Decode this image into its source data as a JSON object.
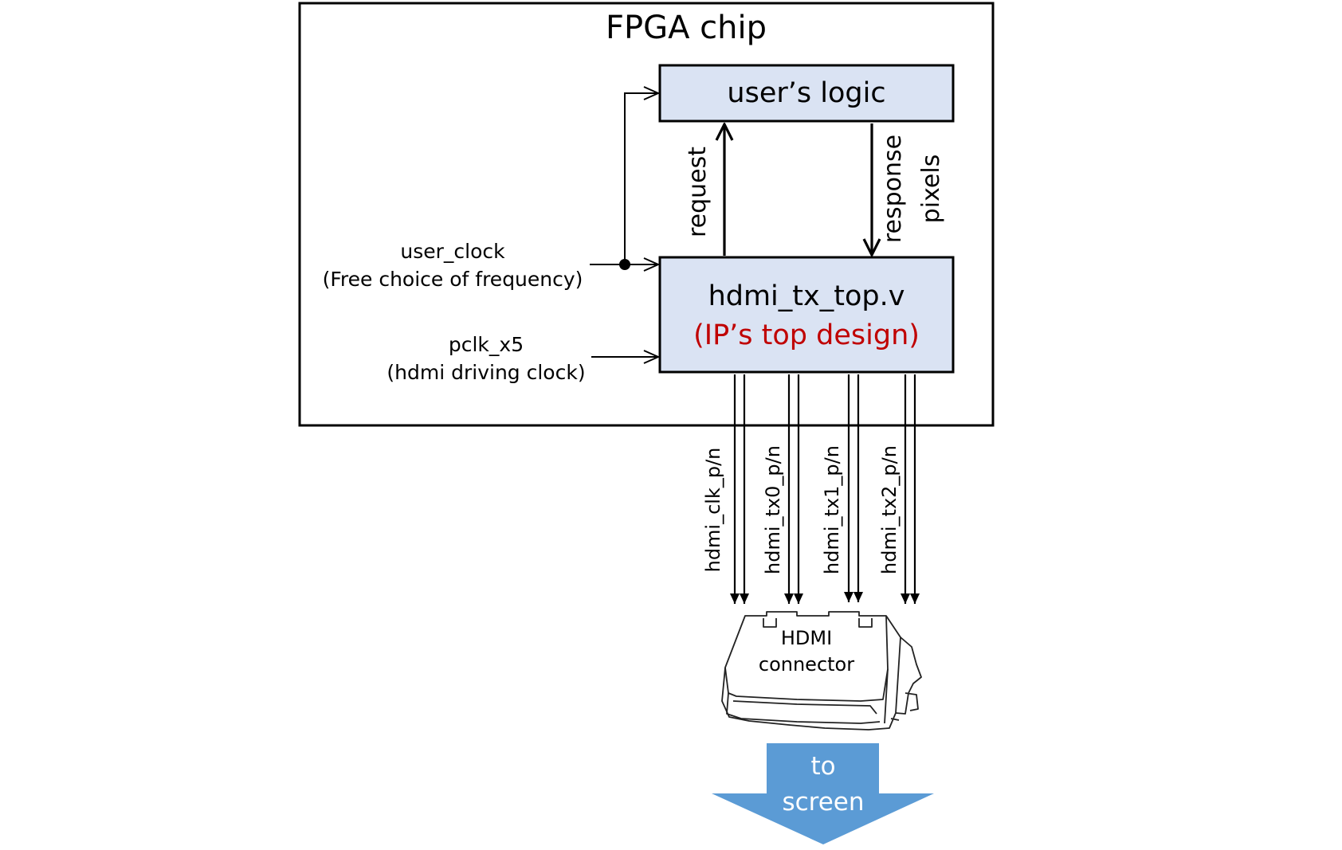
{
  "chip": {
    "title": "FPGA chip"
  },
  "user_logic": {
    "label": "user’s logic"
  },
  "top_module": {
    "name": "hdmi_tx_top.v",
    "subtitle": "(IP’s top design)",
    "subtitle_color": "#c00000"
  },
  "signals": {
    "request": "request",
    "response": "response",
    "pixels": "pixels",
    "user_clock": "user_clock",
    "user_clock_note": "(Free choice of frequency)",
    "pclk": "pclk_x5",
    "pclk_note": "(hdmi driving clock)"
  },
  "hdmi_lines": [
    "hdmi_clk_p/n",
    "hdmi_tx0_p/n",
    "hdmi_tx1_p/n",
    "hdmi_tx2_p/n"
  ],
  "connector": {
    "line1": "HDMI",
    "line2": "connector"
  },
  "output_arrow": {
    "line1": "to",
    "line2": "screen",
    "color": "#5b9bd5"
  },
  "colors": {
    "block_fill": "#dae3f3",
    "line": "#000000"
  }
}
